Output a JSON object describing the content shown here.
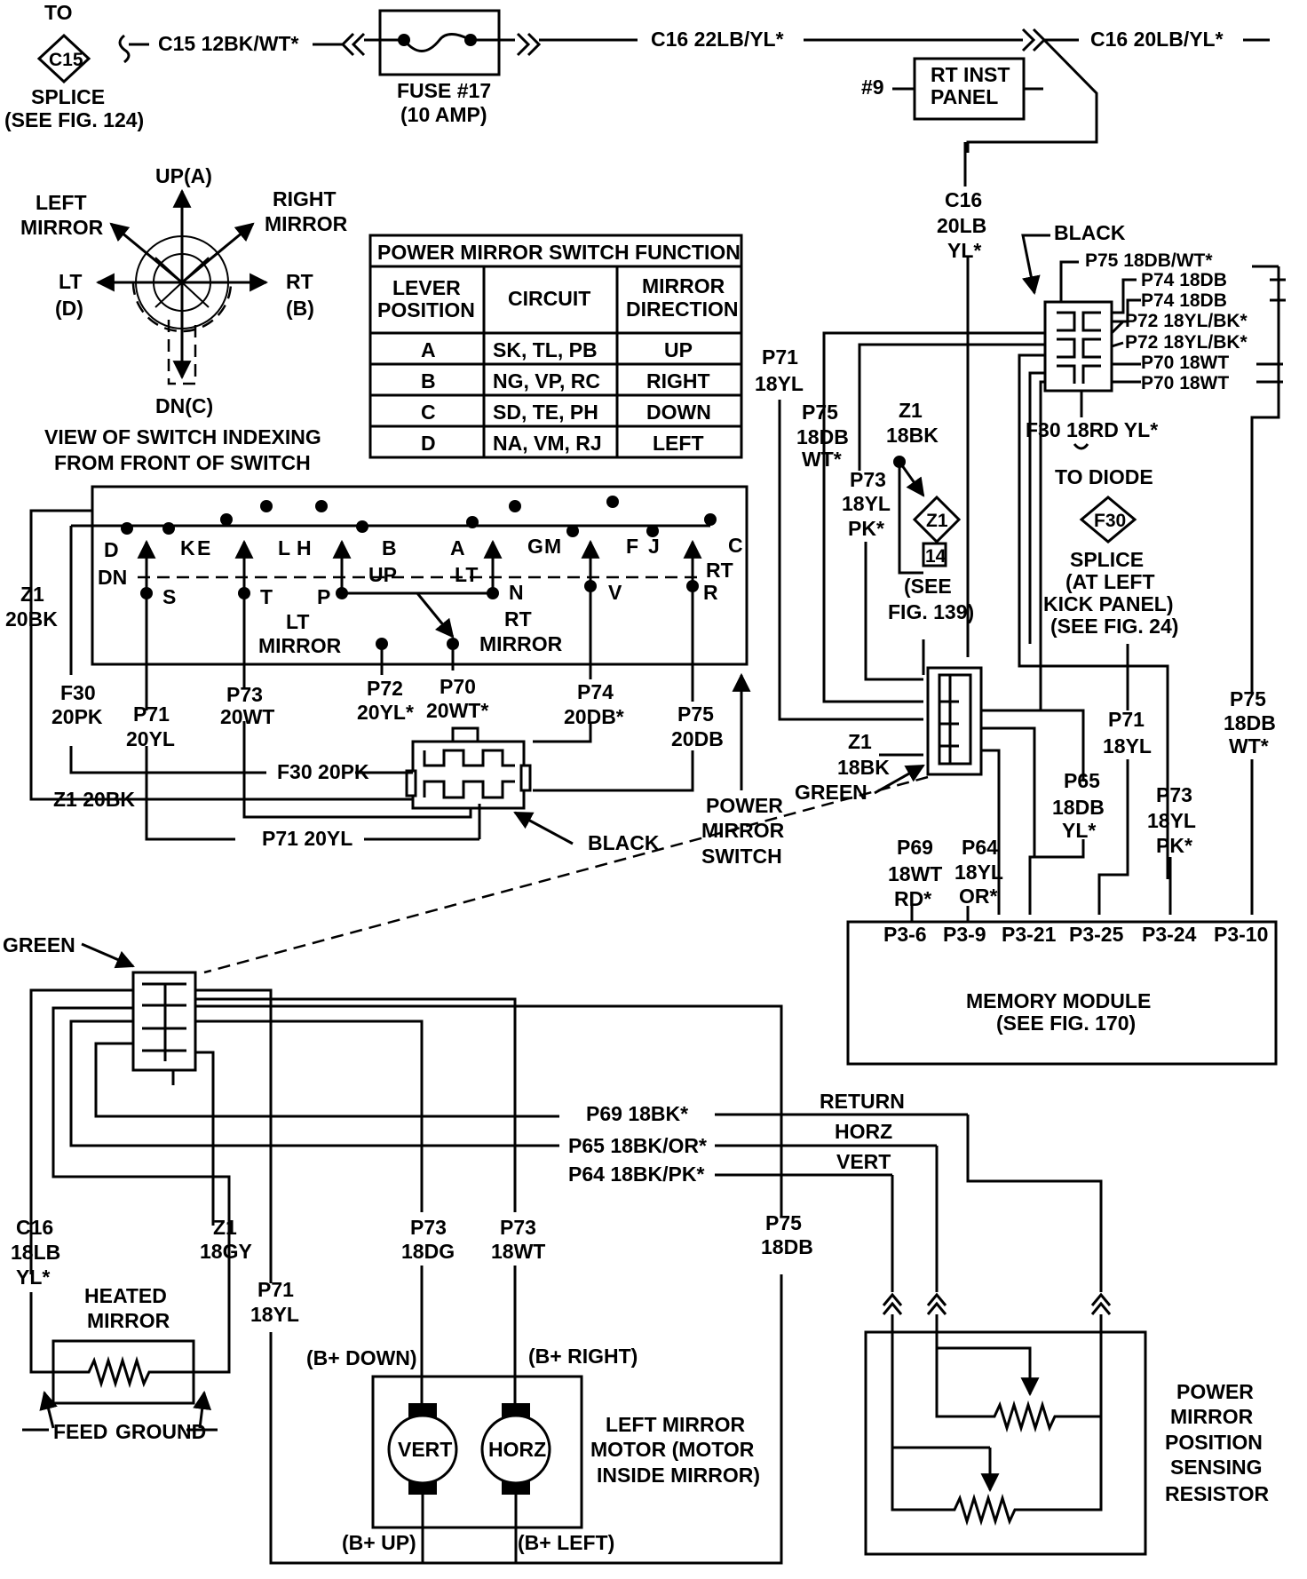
{
  "top": {
    "to": "TO",
    "splice_id": "C15",
    "splice": "SPLICE",
    "see_fig124": "(SEE FIG. 124)",
    "c15_wire": "C15 12BK/WT*",
    "fuse": "FUSE #17",
    "fuse_amp": "(10 AMP)",
    "c16_22": "C16 22LB/YL*",
    "c16_20": "C16 20LB/YL*",
    "rt_inst": "RT INST",
    "panel": "PANEL",
    "num9": "#9",
    "c16": "C16",
    "c16_20lb": "20LB",
    "c16_yl": "YL*"
  },
  "compass": {
    "up": "UP(A)",
    "dn": "DN(C)",
    "lt": "LT",
    "lt_d": "(D)",
    "rt": "RT",
    "rt_b": "(B)",
    "left": "LEFT",
    "left_mirror": "MIRROR",
    "right": "RIGHT",
    "right_mirror": "MIRROR",
    "caption1": "VIEW OF SWITCH INDEXING",
    "caption2": "FROM FRONT OF SWITCH"
  },
  "table": {
    "title": "POWER MIRROR SWITCH FUNCTION",
    "h_lever1": "LEVER",
    "h_lever2": "POSITION",
    "h_circuit": "CIRCUIT",
    "h_dir1": "MIRROR",
    "h_dir2": "DIRECTION",
    "rows": [
      {
        "pos": "A",
        "circuit": "SK, TL, PB",
        "dir": "UP"
      },
      {
        "pos": "B",
        "circuit": "NG, VP, RC",
        "dir": "RIGHT"
      },
      {
        "pos": "C",
        "circuit": "SD, TE, PH",
        "dir": "DOWN"
      },
      {
        "pos": "D",
        "circuit": "NA, VM, RJ",
        "dir": "LEFT"
      }
    ]
  },
  "switch": {
    "pins": {
      "D": "D",
      "K": "K",
      "E": "E",
      "L": "L",
      "H": "H",
      "B": "B",
      "A": "A",
      "G": "G",
      "M": "M",
      "F": "F",
      "J": "J",
      "C": "C",
      "S": "S",
      "T": "T",
      "P": "P",
      "N": "N",
      "V": "V",
      "R": "R"
    },
    "dn": "DN",
    "up": "UP",
    "lt": "LT",
    "rt": "RT",
    "lt_mirror1": "LT",
    "lt_mirror2": "MIRROR",
    "rt_mirror1": "RT",
    "rt_mirror2": "MIRROR",
    "z1": "Z1",
    "z1_20bk": "20BK",
    "f30": "F30",
    "f30_20pk": "20PK",
    "p71": "P71",
    "p71_20yl": "20YL",
    "p73": "P73",
    "p73_20wt": "20WT",
    "p72": "P72",
    "p72_20yl": "20YL*",
    "p70": "P70",
    "p70_20wt": "20WT*",
    "p74": "P74",
    "p74_20db": "20DB*",
    "p75": "P75",
    "p75_20db": "20DB",
    "f30_line": "F30 20PK",
    "z1_line": "Z1 20BK",
    "p71_line": "P71 20YL",
    "black": "BLACK",
    "power": "POWER",
    "mirror": "MIRROR",
    "switch_label": "SWITCH"
  },
  "right": {
    "black": "BLACK",
    "p75_db_wt": "P75 18DB/WT*",
    "p74a": "P74 18DB",
    "p74b": "P74 18DB",
    "p72a": "P72 18YL/BK*",
    "p72b": "P72 18YL/BK*",
    "p70a": "P70 18WT",
    "p70b": "P70 18WT",
    "f30_rd": "F30 18RD YL*",
    "to_diode": "TO DIODE",
    "f30_id": "F30",
    "splice": "SPLICE",
    "at_left": "(AT LEFT",
    "kick_panel": "KICK PANEL)",
    "see_fig24": "(SEE FIG. 24)",
    "p71": "P71",
    "p71_18yl": "18YL",
    "p75": "P75",
    "p75_18db": "18DB",
    "p75_wt": "WT*",
    "z1": "Z1",
    "z1_18bk": "18BK",
    "p73": "P73",
    "p73_18yl": "18YL",
    "p73_pk": "PK*",
    "z1_id": "Z1",
    "z1_num": "14",
    "see": "(SEE",
    "fig139": "FIG. 139)",
    "z1b": "Z1",
    "z1b_18bk": "18BK",
    "green": "GREEN",
    "p65": "P65",
    "p65_18db": "18DB",
    "p65_yl": "YL*",
    "p71b": "P71",
    "p71b_18yl": "18YL",
    "p73b": "P73",
    "p73b_18yl": "18YL",
    "p73b_pk": "PK*",
    "p75b": "P75",
    "p75b_18db": "18DB",
    "p75b_wt": "WT*",
    "p69": "P69",
    "p69_18wt": "18WT",
    "p69_rd": "RD*",
    "p64": "P64",
    "p64_18yl": "18YL",
    "p64_or": "OR*"
  },
  "memory": {
    "pins": [
      "P3-6",
      "P3-9",
      "P3-21",
      "P3-25",
      "P3-24",
      "P3-10"
    ],
    "title": "MEMORY MODULE",
    "see": "(SEE FIG. 170)"
  },
  "bottom": {
    "green": "GREEN",
    "p69": "P69 18BK*",
    "p65": "P65 18BK/OR*",
    "p64": "P64 18BK/PK*",
    "return": "RETURN",
    "horz": "HORZ",
    "vert": "VERT",
    "c16": "C16",
    "c16_18lb": "18LB",
    "c16_yl": "YL*",
    "z1": "Z1",
    "z1_18gy": "18GY",
    "p71": "P71",
    "p71_18yl": "18YL",
    "p73a": "P73",
    "p73a_18dg": "18DG",
    "p73b": "P73",
    "p73b_18wt": "18WT",
    "p75": "P75",
    "p75_18db": "18DB",
    "heated": "HEATED",
    "heated_mirror": "MIRROR",
    "feed": "FEED",
    "ground": "GROUND",
    "b_down": "(B+ DOWN)",
    "b_right": "(B+ RIGHT)",
    "b_up": "(B+ UP)",
    "b_left": "(B+ LEFT)",
    "vert_motor": "VERT",
    "horz_motor": "HORZ",
    "left_mirror": "LEFT MIRROR",
    "motor": "MOTOR (MOTOR",
    "inside": "INSIDE MIRROR)",
    "power": "POWER",
    "mirror": "MIRROR",
    "position": "POSITION",
    "sensing": "SENSING",
    "resistor": "RESISTOR"
  }
}
